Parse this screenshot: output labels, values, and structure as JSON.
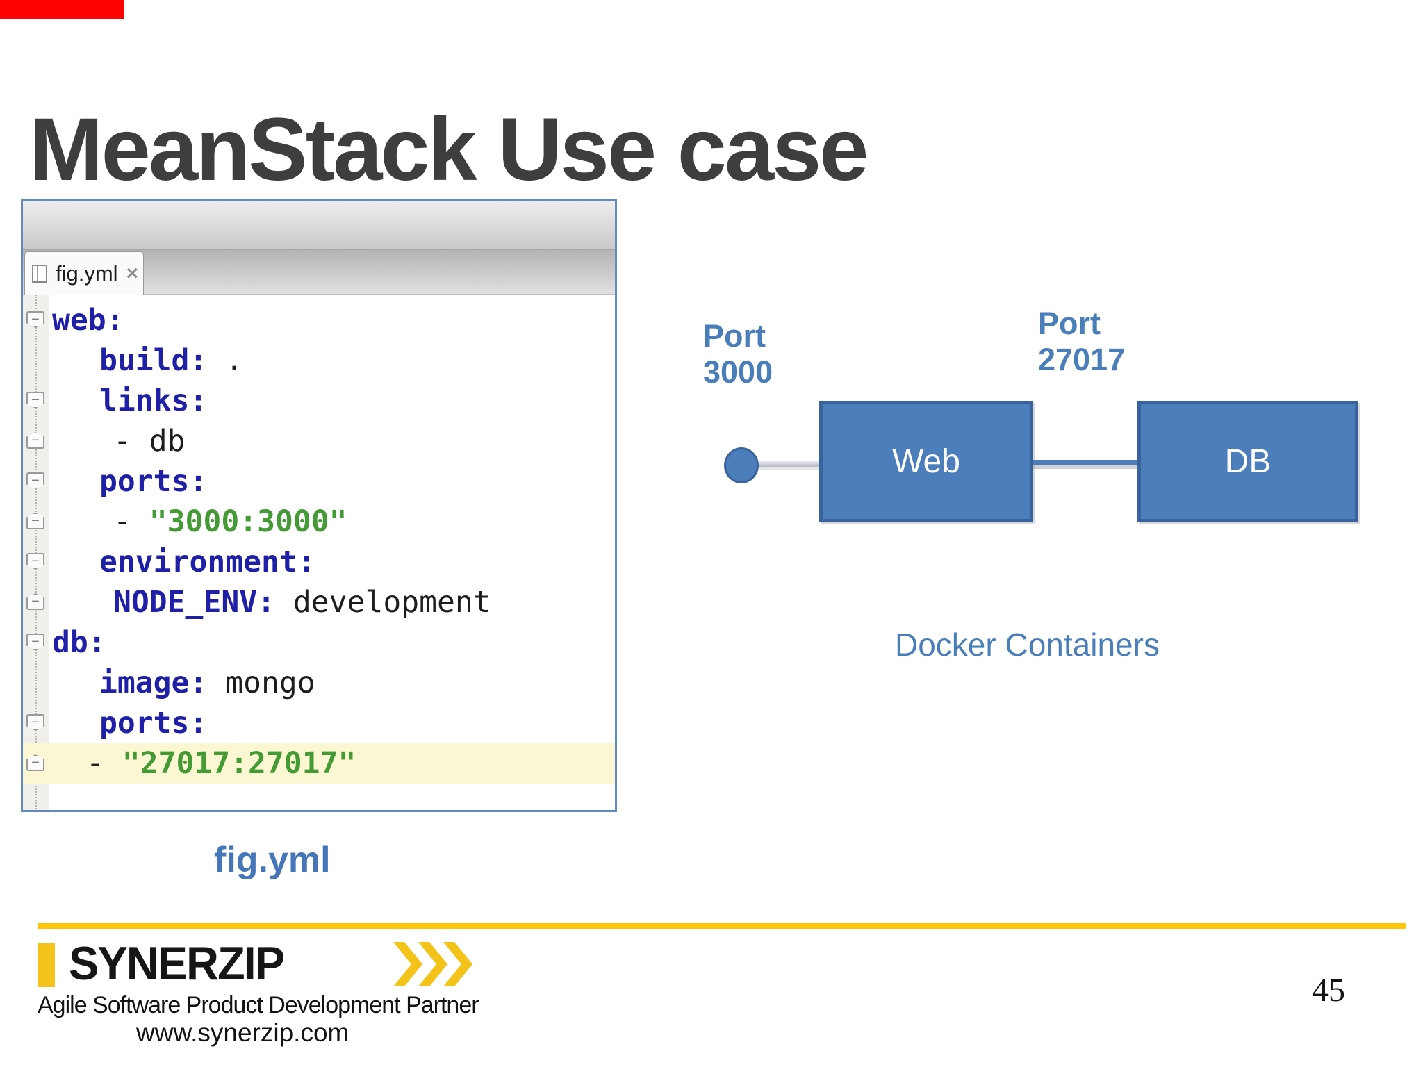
{
  "slide": {
    "title": "MeanStack Use case",
    "colors": {
      "title_gray": "#3e3e3e",
      "accent_blue": "#4d7ebc",
      "box_border_blue": "#38639d",
      "label_blue": "#4a7ebb",
      "caption_blue": "#4576b9",
      "key_navy": "#1f1fa8",
      "string_green": "#449a35",
      "line_highlight_yellow": "#fbf7d2",
      "logo_yellow": "#f4c31a",
      "rule_yellow": "#fdc408",
      "record_red": "#fe0303"
    }
  },
  "editor": {
    "tab": {
      "label": "fig.yml",
      "close_glyph": "×",
      "icon": "file-table-icon"
    },
    "code": {
      "lines": [
        {
          "indent": 0,
          "gutter": "open",
          "segments": [
            {
              "t": "key",
              "v": "web:"
            }
          ]
        },
        {
          "indent": 1,
          "gutter": "",
          "segments": [
            {
              "t": "key",
              "v": "build:"
            },
            {
              "t": "plain",
              "v": " ."
            }
          ]
        },
        {
          "indent": 1,
          "gutter": "open",
          "segments": [
            {
              "t": "key",
              "v": "links:"
            }
          ]
        },
        {
          "indent": 2,
          "gutter": "close",
          "segments": [
            {
              "t": "plain",
              "v": "- db"
            }
          ]
        },
        {
          "indent": 1,
          "gutter": "open",
          "segments": [
            {
              "t": "key",
              "v": "ports:"
            }
          ]
        },
        {
          "indent": 2,
          "gutter": "close",
          "segments": [
            {
              "t": "plain",
              "v": "- "
            },
            {
              "t": "string",
              "v": "\"3000:3000\""
            }
          ]
        },
        {
          "indent": 1,
          "gutter": "open",
          "segments": [
            {
              "t": "key",
              "v": "environment:"
            }
          ]
        },
        {
          "indent": 2,
          "gutter": "close",
          "segments": [
            {
              "t": "key",
              "v": "NODE_ENV:"
            },
            {
              "t": "plain",
              "v": " development"
            }
          ]
        },
        {
          "indent": 0,
          "gutter": "open",
          "segments": [
            {
              "t": "key",
              "v": "db:"
            }
          ]
        },
        {
          "indent": 1,
          "gutter": "",
          "segments": [
            {
              "t": "key",
              "v": "image:"
            },
            {
              "t": "plain",
              "v": " mongo"
            }
          ]
        },
        {
          "indent": 1,
          "gutter": "open",
          "segments": [
            {
              "t": "key",
              "v": "ports:"
            }
          ]
        },
        {
          "indent": 2,
          "gutter": "close",
          "highlight": true,
          "segments": [
            {
              "t": "plain",
              "v": "- "
            },
            {
              "t": "string",
              "v": "\"27017:27017\""
            }
          ]
        }
      ]
    },
    "caption": "fig.yml"
  },
  "diagram": {
    "port_labels": [
      {
        "line1": "Port",
        "line2": "3000"
      },
      {
        "line1": "Port",
        "line2": "27017"
      }
    ],
    "nodes": [
      {
        "label": "Web"
      },
      {
        "label": "DB"
      }
    ],
    "caption": "Docker Containers"
  },
  "footer": {
    "logo_text": "SYNERZIP",
    "tagline": "Agile Software Product Development Partner",
    "url": "www.synerzip.com",
    "page": "45"
  }
}
